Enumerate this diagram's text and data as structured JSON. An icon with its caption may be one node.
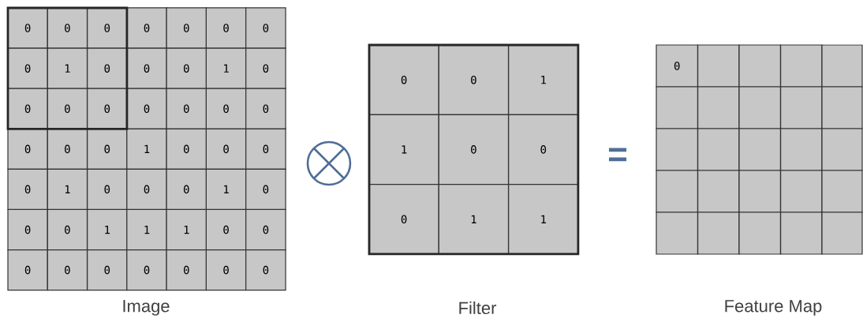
{
  "diagram": {
    "labels": [
      "0",
      "0",
      "0",
      "0",
      "0",
      "0",
      "0",
      "0",
      "1",
      "0",
      "0",
      "0",
      "1",
      "0",
      "0",
      "0",
      "0",
      "0",
      "0",
      "0",
      "0",
      "0",
      "0",
      "0",
      "1",
      "0",
      "0",
      "0",
      "0",
      "1",
      "0",
      "0",
      "0",
      "1",
      "0",
      "0",
      "0",
      "1",
      "1",
      "1",
      "0",
      "0",
      "0",
      "0",
      "0",
      "0",
      "0",
      "0",
      "0",
      "0",
      "0",
      "1",
      "1",
      "0",
      "0",
      "0",
      "1",
      "1",
      "0",
      "=",
      "Image",
      "Filter",
      "Feature Map"
    ]
  }
}
